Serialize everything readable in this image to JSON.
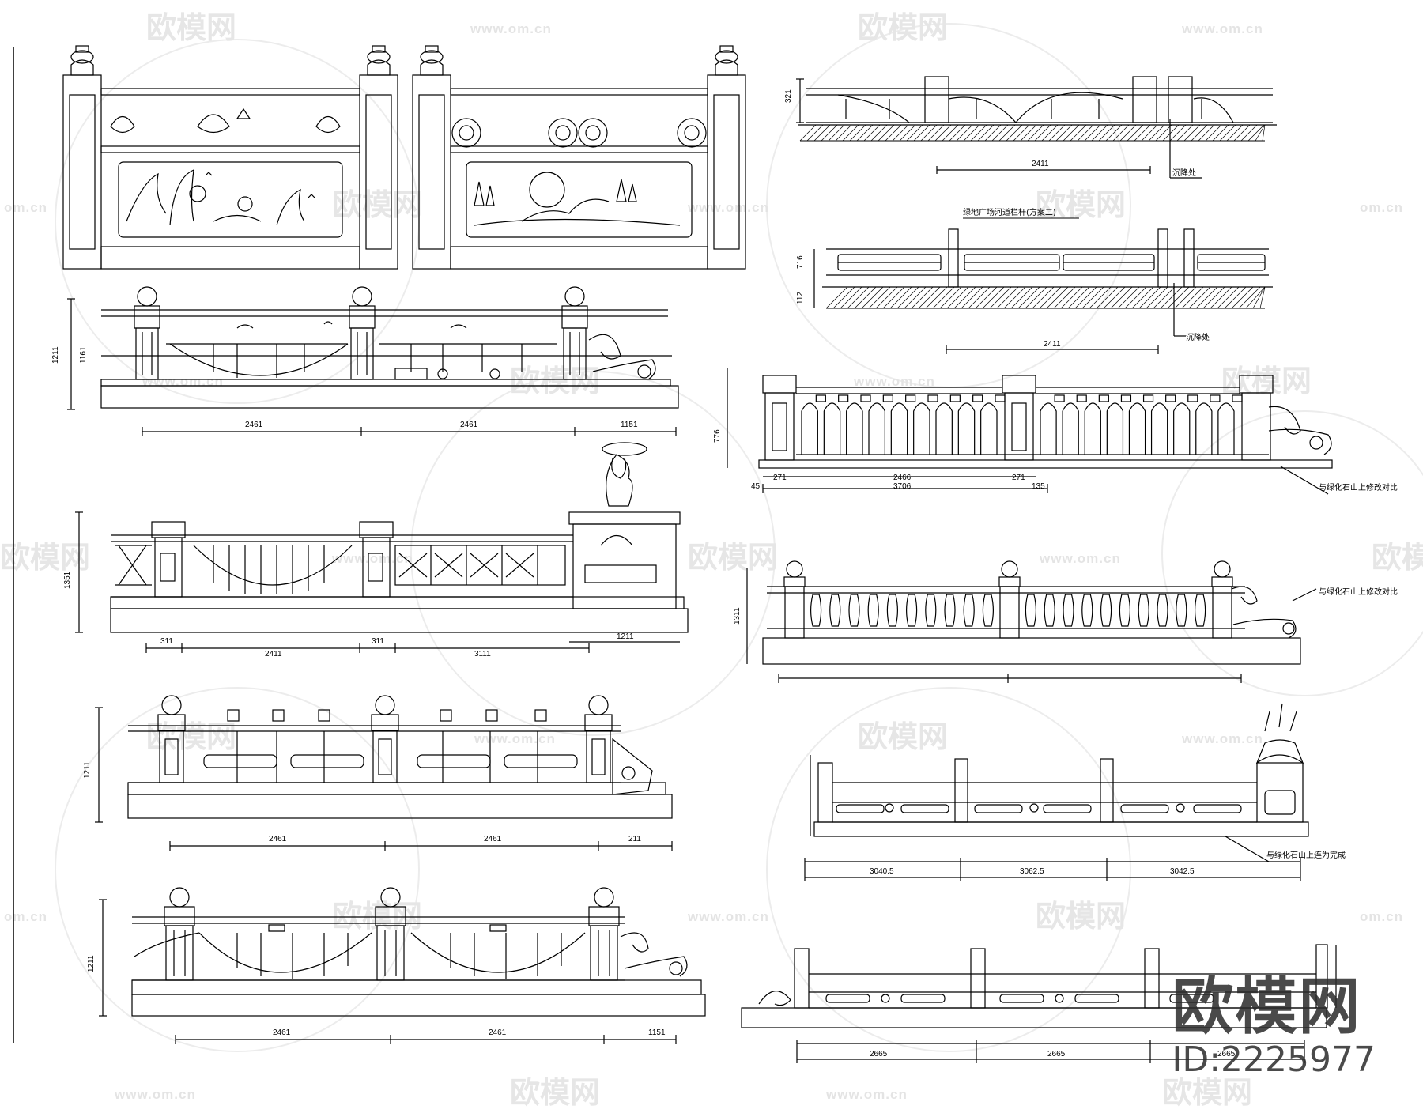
{
  "watermark": {
    "brand": "欧模网",
    "url": "www.om.cn",
    "url_short": "om.cn"
  },
  "logo": {
    "name": "欧模网",
    "id": "ID:2225977"
  },
  "notes": {
    "title_right": "绿地广场河道栏杆(方案二)",
    "settle_1": "沉降处",
    "settle_2": "沉降处",
    "anchor_1": "与绿化石山上修改对比",
    "anchor_2": "与绿化石山上修改对比",
    "anchor_3": "与绿化石山上连为完成"
  },
  "dims": {
    "d1_a": "2461",
    "d1_b": "2461",
    "d1_c": "1151",
    "d1_h1": "1211",
    "d1_h2": "1161",
    "d2_a": "311",
    "d2_b": "2411",
    "d2_c": "311",
    "d2_d": "3111",
    "d2_e": "1211",
    "d2_h": "1351",
    "d3_a": "2461",
    "d3_b": "2461",
    "d3_c": "211",
    "d3_h": "1211",
    "d4_a": "2461",
    "d4_b": "2461",
    "d4_c": "1151",
    "d4_h": "1211",
    "r1_a": "2411",
    "r1_h": "321",
    "r2_a": "2411",
    "r2_h1": "716",
    "r2_h2": "112",
    "r3_a": "271",
    "r3_b": "2466",
    "r3_c": "271",
    "r3_d": "135",
    "r3_e": "45",
    "r3_f": "3706",
    "r3_h": "776",
    "r4_h": "1311",
    "r5_a": "3040.5",
    "r5_b": "3062.5",
    "r5_c": "3042.5",
    "r6_a": "2665",
    "r6_b": "2665",
    "r6_c": "2665"
  }
}
